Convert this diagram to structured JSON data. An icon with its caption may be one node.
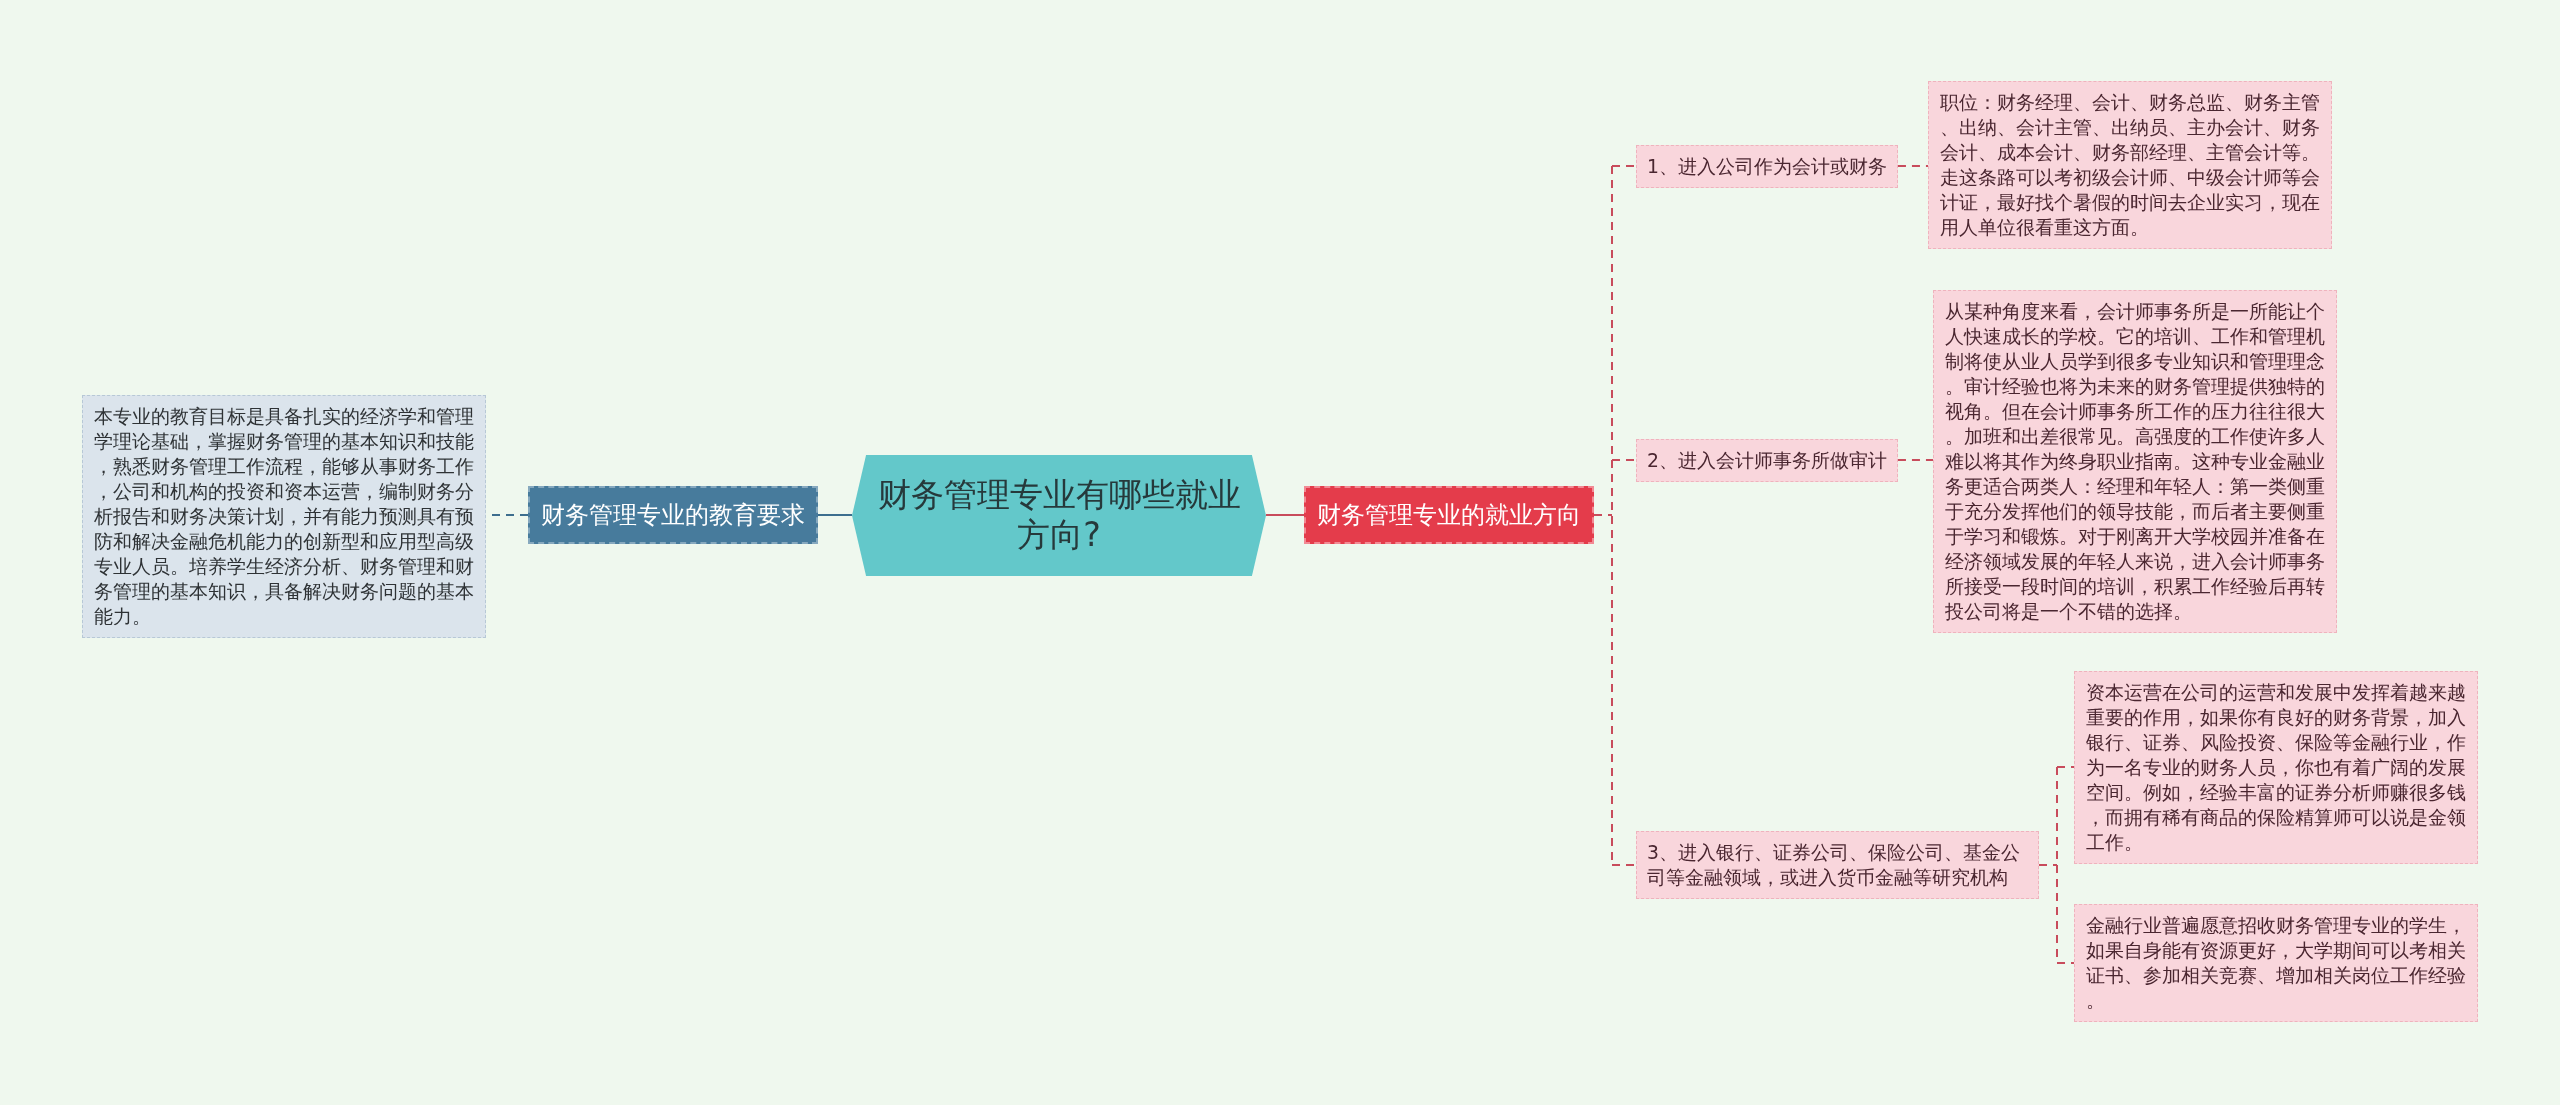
{
  "diagram": {
    "nodes": [
      {
        "text": [
          "财务管理专业有哪些就业方向?"
        ]
      },
      {
        "text": [
          "财务管理专业的教育要求"
        ]
      },
      {
        "text": [
          "本专业的教育目标是具备扎实的经济学和管理学理论基础，掌握财务管理的基本知识和技能，熟悉财务管理工作流程，能够从事财务工作，公司和机构的投资和资本运营，编制财务分析报告和财务决策计划，并有能力预测具有预防和解决金融危机能力的创新型和应用型高级专业人员。培养学生经济分析、财务管理和财务管理的基本知识，具备解决财务问题的基本能力。"
        ]
      },
      {
        "text": [
          "财务管理专业的就业方向"
        ]
      },
      {
        "text": [
          "1、进入公司作为会计或财务"
        ]
      },
      {
        "text": [
          "职位：财务经理、会计、财务总监、财务主管、出纳、会计主管、出纳员、主办会计、财务会计、成本会计、财务部经理、主管会计等。走这条路可以考初级会计师、中级会计师等会计证，最好找个暑假的时间去企业实习，现在用人单位很看重这方面。"
        ]
      },
      {
        "text": [
          "2、进入会计师事务所做审计"
        ]
      },
      {
        "text": [
          "从某种角度来看，会计师事务所是一所能让个人快速成长的学校。它的培训、工作和管理机制将使从业人员学到很多专业知识和管理理念。审计经验也将为未来的财务管理提供独特的视角。但在会计师事务所工作的压力往往很大。加班和出差很常见。高强度的工作使许多人难以将其作为终身职业指南。这种专业金融业务更适合两类人：经理和年轻人：第一类侧重于充分发挥他们的领导技能，而后者主要侧重于学习和锻炼。对于刚离开大学校园并准备在经济领域发展的年轻人来说，进入会计师事务所接受一段时间的培训，积累工作经验后再转投公司将是一个不错的选择。"
        ]
      },
      {
        "text": [
          "3、进入银行、证券公司、保险公司、基金公司等金融领域，或进入货币金融等研究机构"
        ]
      },
      {
        "text": [
          "资本运营在公司的运营和发展中发挥着越来越重要的作用，如果你有良好的财务背景，加入银行、证券、风险投资、保险等金融行业，作为一名专业的财务人员，你也有着广阔的发展空间。例如，经验丰富的证券分析师赚很多钱，而拥有稀有商品的保险精算师可以说是金领工作。"
        ]
      },
      {
        "text": [
          "金融行业普遍愿意招收财务管理专业的学生，如果自身能有资源更好，大学期间可以考相关证书、参加相关竞赛、增加相关岗位工作经验。"
        ]
      }
    ],
    "edges": [
      {
        "from": 0,
        "to": 1,
        "arrow": "none",
        "color": "#3d6e8e"
      },
      {
        "from": 1,
        "to": 2,
        "arrow": "none",
        "style": "dashed",
        "color": "#3d6e8e"
      },
      {
        "from": 0,
        "to": 3,
        "arrow": "none"
      },
      {
        "from": 3,
        "to": 4,
        "arrow": "none",
        "style": "dashed"
      },
      {
        "from": 3,
        "to": 6,
        "arrow": "none",
        "style": "dashed"
      },
      {
        "from": 3,
        "to": 8,
        "arrow": "none",
        "style": "dashed"
      },
      {
        "from": 4,
        "to": 5,
        "arrow": "none",
        "style": "dashed"
      },
      {
        "from": 6,
        "to": 7,
        "arrow": "none",
        "style": "dashed"
      },
      {
        "from": 8,
        "to": 9,
        "arrow": "none",
        "style": "dashed"
      },
      {
        "from": 8,
        "to": 10,
        "arrow": "none",
        "style": "dashed"
      }
    ]
  }
}
